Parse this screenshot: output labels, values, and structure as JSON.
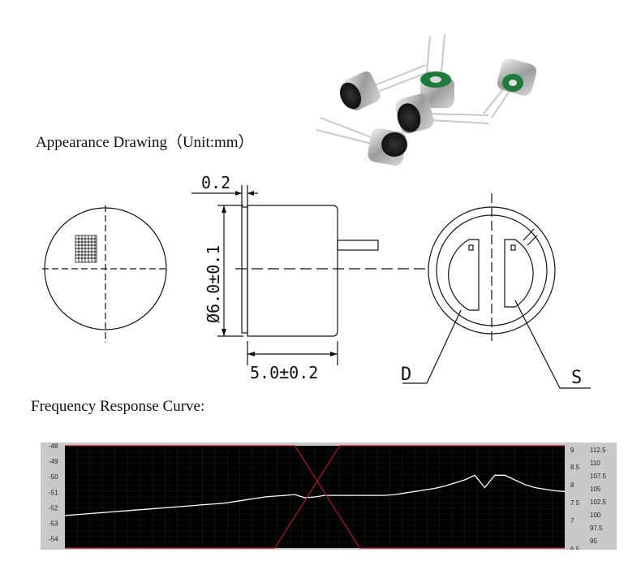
{
  "headings": {
    "appearance": "Appearance Drawing（Unit:mm）",
    "frequency": "Frequency Response Curve:"
  },
  "drawing": {
    "dim_top": "0.2",
    "dim_diameter": "Ø6.0±0.1",
    "dim_length": "5.0±0.2",
    "label_d": "D",
    "label_s": "S"
  },
  "chart_data": {
    "type": "line",
    "title": "",
    "left_axis_ticks": [
      "-49",
      "-50",
      "-51",
      "-52",
      "-53",
      "-54"
    ],
    "left_axis_top_partial": "-48",
    "right_axis_inner_ticks": [
      "9",
      "8.5",
      "8",
      "7.5",
      "7"
    ],
    "right_axis_inner_bottom_partial": "6.5",
    "right_axis_outer_ticks": [
      "112.5",
      "110",
      "107.5",
      "105",
      "102.5",
      "100",
      "97.5",
      "95"
    ],
    "ylim": [
      -54.6,
      -48.0
    ],
    "grid": true,
    "series": [
      {
        "color": "#ffffff",
        "x": [
          0,
          2,
          4,
          6,
          8,
          10,
          12,
          14,
          16,
          18,
          20,
          22,
          24,
          26,
          28,
          30,
          32,
          34,
          36,
          38,
          40,
          42,
          44,
          46,
          48,
          50,
          52,
          54,
          56,
          58,
          60,
          62,
          64,
          66,
          68,
          70,
          72,
          74,
          76,
          78,
          80,
          82,
          84,
          86,
          88,
          90,
          92,
          94,
          96,
          98,
          100
        ],
        "values": [
          -52.5,
          -52.45,
          -52.4,
          -52.35,
          -52.3,
          -52.25,
          -52.2,
          -52.15,
          -52.1,
          -52.05,
          -52.0,
          -51.95,
          -51.9,
          -51.85,
          -51.8,
          -51.75,
          -51.7,
          -51.6,
          -51.5,
          -51.4,
          -51.3,
          -51.25,
          -51.2,
          -51.15,
          -51.35,
          -51.3,
          -51.2,
          -51.2,
          -51.2,
          -51.2,
          -51.2,
          -51.2,
          -51.2,
          -51.15,
          -51.05,
          -50.95,
          -50.85,
          -50.75,
          -50.6,
          -50.4,
          -50.2,
          -49.9,
          -50.7,
          -49.9,
          -49.9,
          -50.2,
          -50.5,
          -50.7,
          -50.8,
          -50.9,
          -50.95
        ]
      },
      {
        "color": "#b01818",
        "x": [
          0,
          46,
          59,
          100
        ],
        "values": [
          -48.0,
          -48.0,
          -54.6,
          -54.6
        ]
      },
      {
        "color": "#b01818",
        "x": [
          0,
          42,
          55,
          100
        ],
        "values": [
          -54.6,
          -54.6,
          -48.0,
          -48.0
        ]
      }
    ]
  }
}
